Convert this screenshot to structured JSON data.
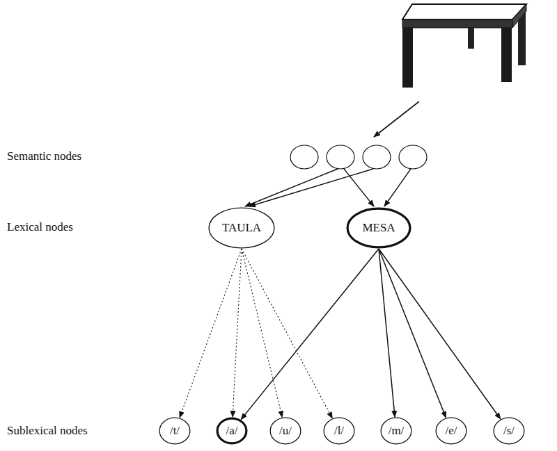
{
  "diagram": {
    "nodes": [
      {
        "text": [
          "TAULA"
        ]
      },
      {
        "text": [
          "MESA"
        ]
      },
      {
        "text": [
          "/t/"
        ]
      },
      {
        "text": [
          "/a/"
        ]
      },
      {
        "text": [
          "/u/"
        ]
      },
      {
        "text": [
          "/l/"
        ]
      },
      {
        "text": [
          "/m/"
        ]
      },
      {
        "text": [
          "/e/"
        ]
      },
      {
        "text": [
          "/s/"
        ]
      }
    ],
    "edges": [
      {
        "from": 0,
        "to": 2,
        "arrow": "to"
      },
      {
        "from": 0,
        "to": 3,
        "arrow": "to"
      },
      {
        "from": 0,
        "to": 4,
        "arrow": "to"
      },
      {
        "from": 0,
        "to": 5,
        "arrow": "to"
      },
      {
        "from": 1,
        "to": 3,
        "arrow": "to"
      },
      {
        "from": 1,
        "to": 6,
        "arrow": "to"
      },
      {
        "from": 1,
        "to": 7,
        "arrow": "to"
      },
      {
        "from": 1,
        "to": 8,
        "arrow": "to"
      }
    ],
    "labels": [
      "Semantic nodes",
      "Lexical nodes",
      "Sublexical nodes"
    ]
  }
}
